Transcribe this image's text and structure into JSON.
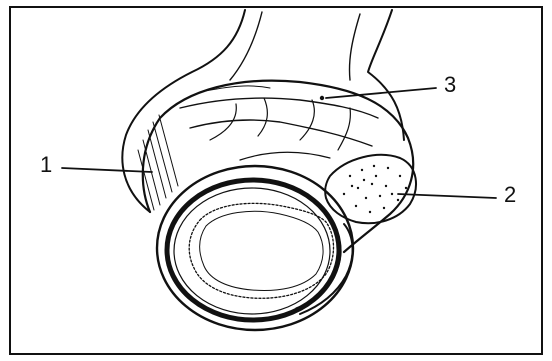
{
  "figure": {
    "labels": [
      {
        "id": "1",
        "text": "1"
      },
      {
        "id": "2",
        "text": "2"
      },
      {
        "id": "3",
        "text": "3"
      }
    ]
  },
  "colors": {
    "ink": "#111111",
    "background": "#ffffff"
  }
}
